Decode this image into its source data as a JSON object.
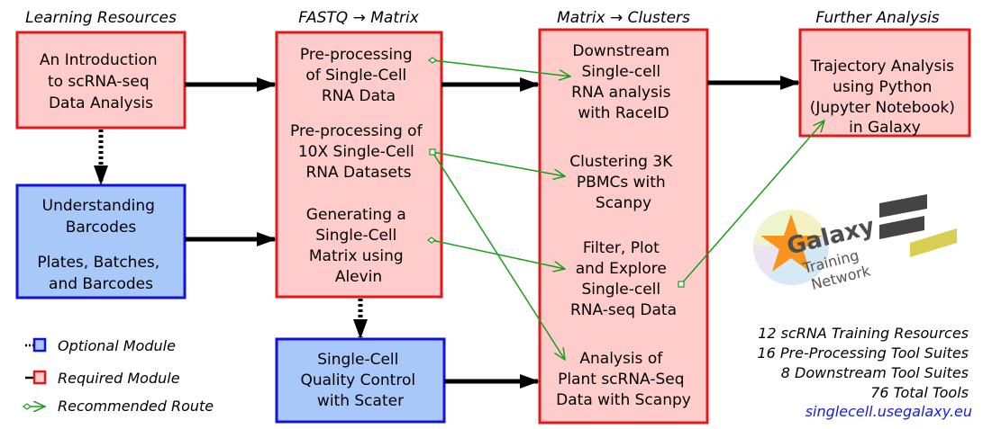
{
  "headers": {
    "learning": "Learning Resources",
    "fastq": "FASTQ → Matrix",
    "matrix": "Matrix → Clusters",
    "further": "Further Analysis"
  },
  "learning": {
    "intro": [
      "An Introduction",
      "to scRNA-seq",
      "Data Analysis"
    ],
    "barcodes_title": [
      "Understanding",
      "Barcodes"
    ],
    "barcodes_sub": [
      "Plates, Batches,",
      "and Barcodes"
    ]
  },
  "fastq_items": [
    [
      "Pre-processing",
      "of  Single-Cell",
      "RNA Data"
    ],
    [
      "Pre-processing of",
      "10X Single-Cell",
      "RNA Datasets"
    ],
    [
      "Generating a",
      "Single-Cell",
      "Matrix using",
      "Alevin"
    ]
  ],
  "qc": [
    "Single-Cell",
    "Quality Control",
    "with Scater"
  ],
  "cluster_items": [
    [
      "Downstream",
      "Single-cell",
      "RNA analysis",
      "with RaceID"
    ],
    [
      "Clustering 3K",
      "PBMCs with",
      "Scanpy"
    ],
    [
      "Filter, Plot",
      "and Explore",
      "Single-cell",
      "RNA-seq Data"
    ],
    [
      "Analysis of",
      "Plant scRNA-Seq",
      "Data with Scanpy"
    ]
  ],
  "further": [
    "Trajectory Analysis",
    "using Python",
    "(Jupyter Notebook)",
    "in Galaxy"
  ],
  "legend": {
    "optional": "Optional Module",
    "required": "Required Module",
    "recommended": "Recommended Route"
  },
  "logo": {
    "line1": "Galaxy",
    "line2": "Training",
    "line3": "Network"
  },
  "stats": [
    "12 scRNA Training Resources",
    "16 Pre-Processing Tool Suites",
    "8 Downstream Tool Suites",
    "76 Total Tools"
  ],
  "url": "singlecell.usegalaxy.eu",
  "colors": {
    "required_fill": "#ffcccc",
    "required_stroke": "#e31a1c",
    "optional_fill": "#a9c8fa",
    "optional_stroke": "#1010e0",
    "route": "#1a9e1a",
    "link": "#1a1adb"
  }
}
